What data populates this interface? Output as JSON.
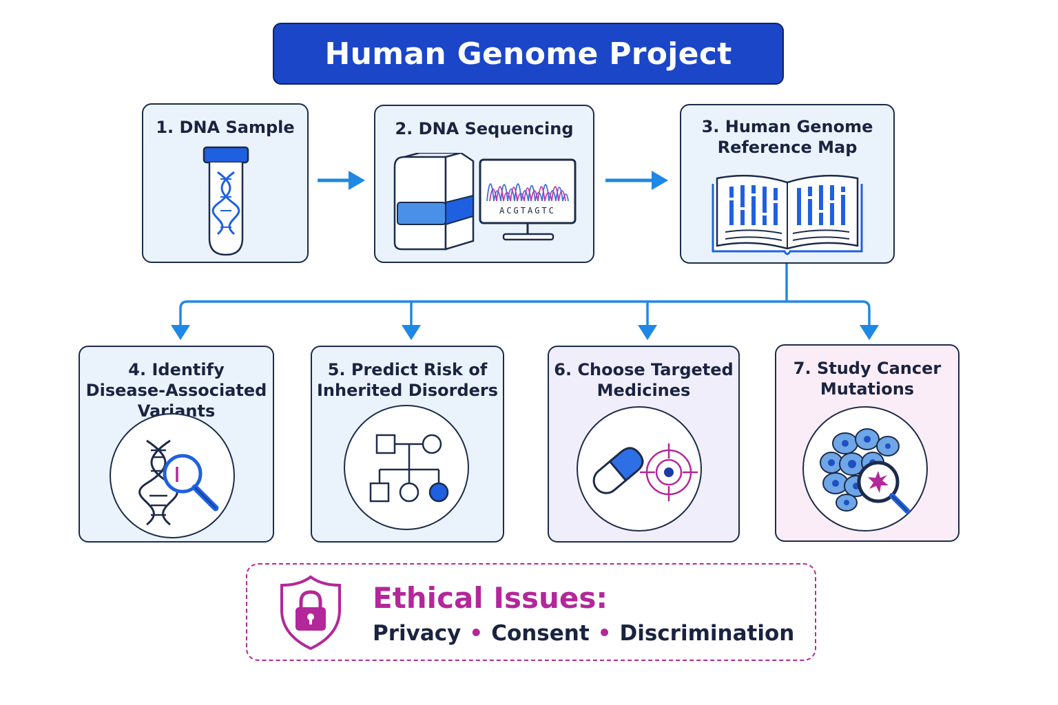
{
  "title": "Human Genome Project",
  "steps": [
    {
      "label_lines": [
        "1. DNA Sample"
      ],
      "icon": "test-tube-dna-icon"
    },
    {
      "label_lines": [
        "2. DNA Sequencing"
      ],
      "icon": "sequencer-monitor-icon",
      "monitor_text": "ACGTAGTC"
    },
    {
      "label_lines": [
        "3. Human Genome",
        "Reference Map"
      ],
      "icon": "open-book-icon"
    },
    {
      "label_lines": [
        "4. Identify",
        "Disease-Associated",
        "Variants"
      ],
      "icon": "dna-magnifier-icon"
    },
    {
      "label_lines": [
        "5. Predict Risk of",
        "Inherited Disorders"
      ],
      "icon": "pedigree-chart-icon"
    },
    {
      "label_lines": [
        "6. Choose Targeted",
        "Medicines"
      ],
      "icon": "pill-target-icon"
    },
    {
      "label_lines": [
        "7. Study Cancer",
        "Mutations"
      ],
      "icon": "cell-magnifier-icon"
    }
  ],
  "ethics": {
    "heading": "Ethical Issues:",
    "items": [
      "Privacy",
      "Consent",
      "Discrimination"
    ],
    "separator": "•",
    "icon": "shield-lock-icon"
  },
  "colors": {
    "title_bg": "#1b46c8",
    "arrow": "#1e88e5",
    "accent_magenta": "#b3279a",
    "dark_outline": "#1c2b4a"
  }
}
